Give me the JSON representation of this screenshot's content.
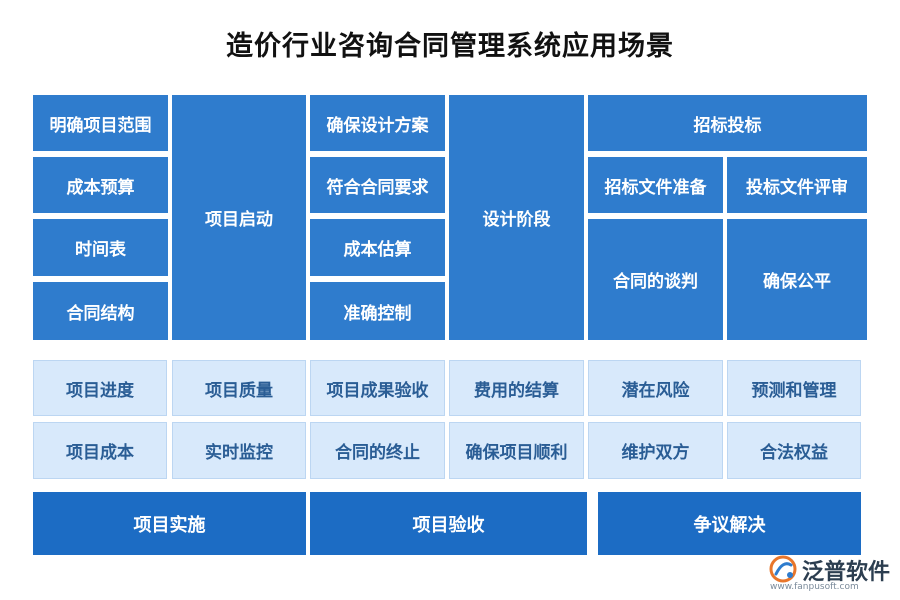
{
  "title": "造价行业咨询合同管理系统应用场景",
  "top": {
    "group1_items": [
      "明确项目范围",
      "成本预算",
      "时间表",
      "合同结构"
    ],
    "group1_label": "项目启动",
    "group2_items": [
      "确保设计方案",
      "符合合同要求",
      "成本估算",
      "准确控制"
    ],
    "group2_label": "设计阶段",
    "group3_header": "招标投标",
    "group3_items": [
      "招标文件准备",
      "投标文件评审",
      "合同的谈判",
      "确保公平"
    ]
  },
  "middle": {
    "row1": [
      "项目进度",
      "项目质量",
      "项目成果验收",
      "费用的结算",
      "潜在风险",
      "预测和管理"
    ],
    "row2": [
      "项目成本",
      "实时监控",
      "合同的终止",
      "确保项目顺利",
      "维护双方",
      "合法权益"
    ]
  },
  "bottom": [
    "项目实施",
    "项目验收",
    "争议解决"
  ],
  "logo": {
    "name": "泛普软件",
    "url": "www.fanpusoft.com",
    "icon": "fanpu-logo-icon"
  },
  "colors": {
    "dark_blue": "#2f7ccd",
    "light_blue": "#d8e9fb",
    "bottom_blue": "#1c6cc4"
  }
}
